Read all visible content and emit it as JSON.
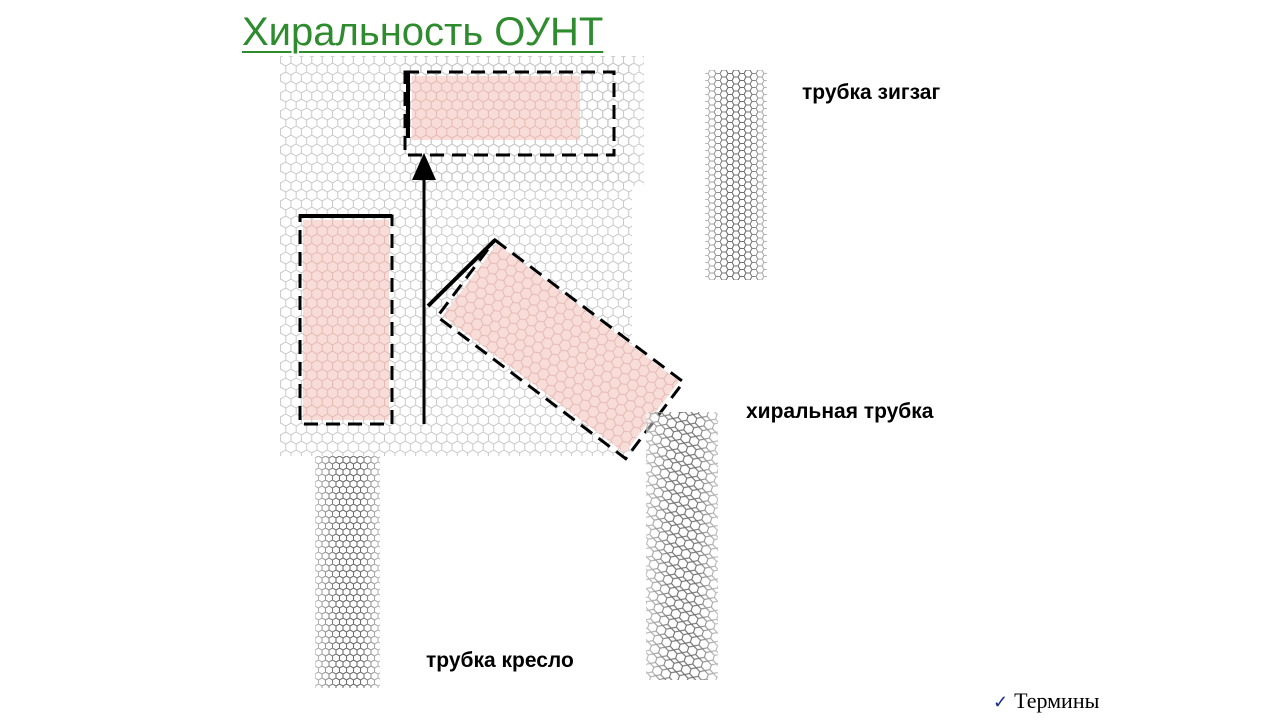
{
  "slide": {
    "title": "Хиральность ОУНТ",
    "labels": {
      "zigzag": "трубка зигзаг",
      "chiral": "хиральная трубка",
      "armchair": "трубка кресло"
    },
    "terms_link": {
      "check_icon": "✓",
      "text": "Термины"
    }
  },
  "colors": {
    "title": "#2e8b2e",
    "lattice": "#c8c8c8",
    "highlight": "#f8dcd8",
    "tube": "#777777",
    "line": "#000000",
    "check": "#1a2c8a"
  }
}
